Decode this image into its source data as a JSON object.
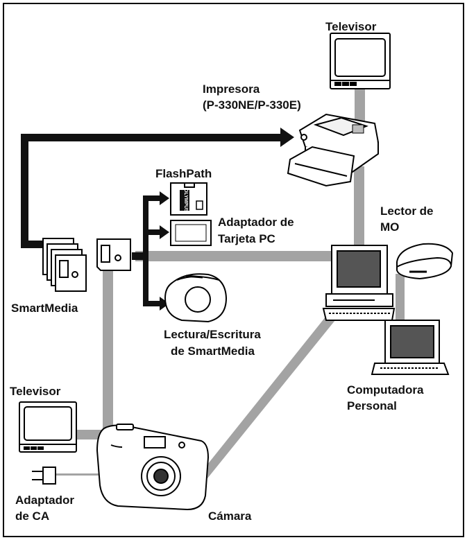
{
  "labels": {
    "tv_top": "Televisor",
    "printer_line1": "Impresora",
    "printer_line2": "(P-330NE/P-330E)",
    "flashpath": "FlashPath",
    "pccard_line1": "Adaptador de",
    "pccard_line2": "Tarjeta PC",
    "mo_line1": "Lector de",
    "mo_line2": "MO",
    "smartmedia": "SmartMedia",
    "rw_line1": "Lectura/Escritura",
    "rw_line2": "de SmartMedia",
    "pc_line1": "Computadora",
    "pc_line2": "Personal",
    "tv_left": "Televisor",
    "ac_line1": "Adaptador",
    "ac_line2": "de CA",
    "camera": "Cámara",
    "flashpath_card_text": "OLYMPUS"
  },
  "colors": {
    "connector_gray": "#a3a3a3",
    "arrow_black": "#111111",
    "frame": "#000000"
  }
}
